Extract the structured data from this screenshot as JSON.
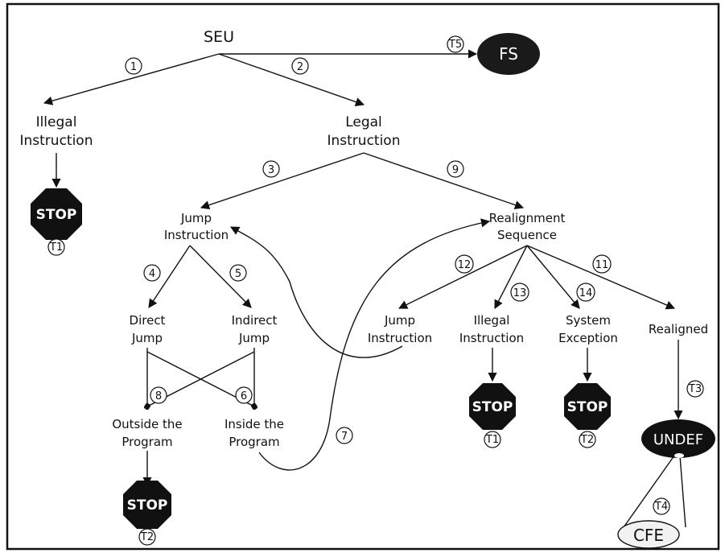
{
  "nodes": {
    "seu": "SEU",
    "fs": "FS",
    "illegal_top": [
      "Illegal",
      "Instruction"
    ],
    "legal": [
      "Legal",
      "Instruction"
    ],
    "jump_left": [
      "Jump",
      "Instruction"
    ],
    "realign_seq": [
      "Realignment",
      "Sequence"
    ],
    "direct_jump": [
      "Direct",
      "Jump"
    ],
    "indirect_jump": [
      "Indirect",
      "Jump"
    ],
    "outside": [
      "Outside the",
      "Program"
    ],
    "inside": [
      "Inside the",
      "Program"
    ],
    "jump_right": [
      "Jump",
      "Instruction"
    ],
    "illegal_right": [
      "Illegal",
      "Instruction"
    ],
    "system_exc": [
      "System",
      "Exception"
    ],
    "realigned": "Realigned",
    "undef": "UNDEF",
    "cfe": "CFE"
  },
  "stop_label": "STOP",
  "edge_numbers": {
    "e1": "1",
    "e2": "2",
    "e3": "3",
    "e4": "4",
    "e5": "5",
    "e6": "6",
    "e7": "7",
    "e8": "8",
    "e9": "9",
    "e11": "11",
    "e12": "12",
    "e13": "13",
    "e14": "14"
  },
  "terminal_tags": {
    "t1_left": "T1",
    "t2_bottom": "T2",
    "t1_right": "T1",
    "t2_right": "T2",
    "t3": "T3",
    "t4": "T4",
    "t5": "T5"
  },
  "colors": {
    "stop_fill": "#111111",
    "fs_fill": "#1a1a1a",
    "undef_fill": "#111111",
    "cfe_fill": "#f2f2f2",
    "line": "#111111"
  }
}
